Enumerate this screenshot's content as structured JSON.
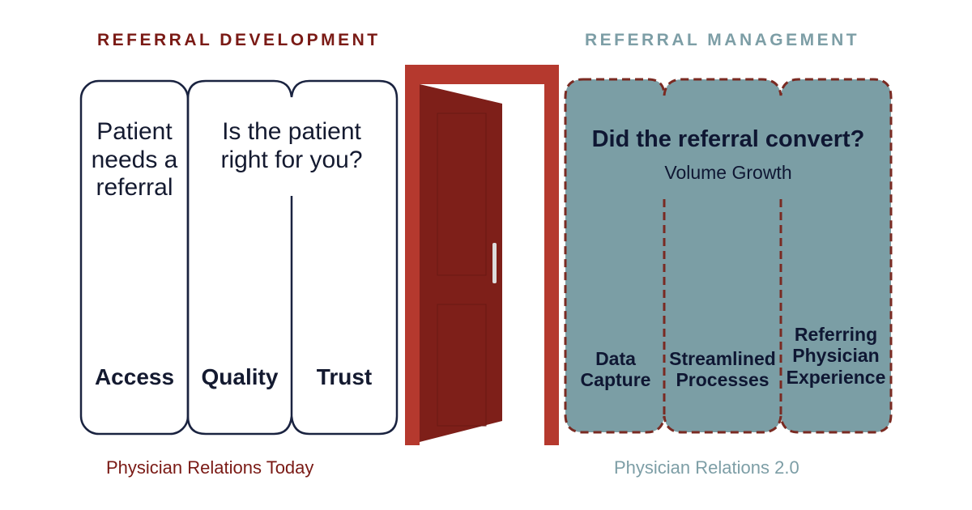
{
  "left": {
    "title": "REFERRAL DEVELOPMENT",
    "col1_text": "Patient needs a referral",
    "col23_text": "Is the patient right for you?",
    "labels": [
      "Access",
      "Quality",
      "Trust"
    ],
    "footer": "Physician Relations Today"
  },
  "right": {
    "title": "REFERRAL MANAGEMENT",
    "question": "Did the referral convert?",
    "subtitle": "Volume Growth",
    "labels": [
      "Data Capture",
      "Streamlined Processes",
      "Referring Physician Experience"
    ],
    "footer": "Physician Relations 2.0"
  },
  "colors": {
    "dark_red": "#7a1a15",
    "teal": "#7b9ea5",
    "door": "#b5392e",
    "navy": "#1a2340"
  }
}
